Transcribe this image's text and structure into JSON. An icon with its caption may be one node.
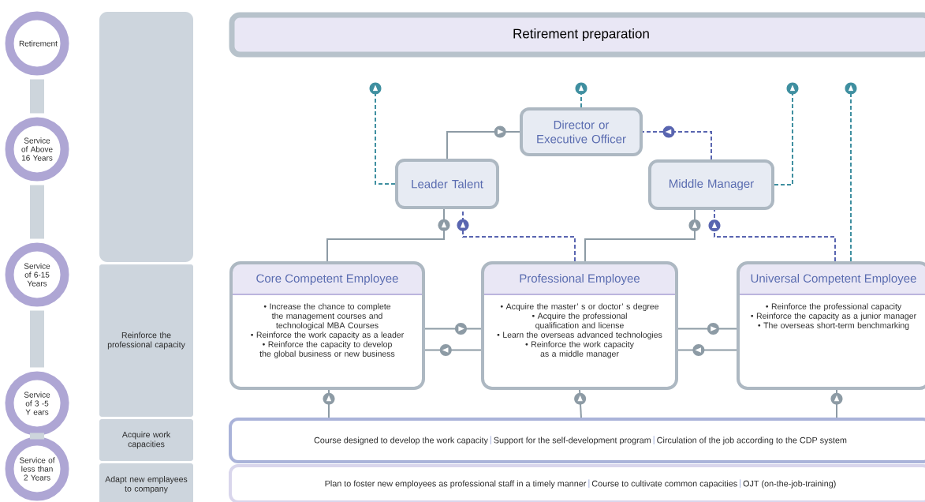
{
  "diagram": {
    "nodes": [
      {
        "text": [
          "Retirement"
        ]
      },
      {
        "text": [
          "Service of Above 16 Years"
        ]
      },
      {
        "text": [
          "Service of 6-15 Years"
        ]
      },
      {
        "text": [
          "Service of 3 -5 Y ears"
        ]
      },
      {
        "text": [
          "Service of less than 2 Years"
        ]
      },
      {
        "text": [],
        "shape": "box"
      },
      {
        "text": [
          "Reinforce the professional capacity"
        ]
      },
      {
        "text": [
          "Acquire work capacities"
        ]
      },
      {
        "text": [
          "Adapt new emplayees to company"
        ]
      },
      {
        "text": [
          "Retirement preparation"
        ]
      },
      {
        "text": [
          "Director or Executive Officer"
        ]
      },
      {
        "text": [
          "Leader Talent"
        ]
      },
      {
        "text": [
          "Middle Manager"
        ]
      },
      {
        "text": [
          "Core Competent Employee",
          "• Increase the chance to complete the management courses and technological MBA Courses",
          "• Reinforce the work capacity as a leader",
          "• Reinforce the capacity to develop the global business or new business"
        ]
      },
      {
        "text": [
          "Professional Employee",
          "• Acquire the master’ s or doctor’ s degree",
          "• Acquire the professional qualification and license",
          "• Learn the overseas advanced technologies",
          "• Reinforce the work capacity as a middle manager"
        ]
      },
      {
        "text": [
          "Universal Competent Employee",
          "• Reinforce the professional capacity",
          "• Reinforce the capacity as a junior manager",
          "• The overseas short-term benchmarking"
        ]
      },
      {
        "text": [
          "Course designed to develop the work capacity",
          "Support for the self-development program",
          "Circulation of the job according to the CDP system"
        ]
      },
      {
        "text": [
          "Plan to foster new employees as professional staff in a timely manner",
          "Course to cultivate common capacities",
          "OJT (on-the-job-training)"
        ]
      }
    ],
    "edges": [
      {
        "from": 0,
        "to": 1,
        "arrow": "none",
        "style": "thick",
        "color": "#cdd5dc"
      },
      {
        "from": 1,
        "to": 2,
        "arrow": "none",
        "style": "thick",
        "color": "#cdd5dc"
      },
      {
        "from": 2,
        "to": 3,
        "arrow": "none",
        "style": "thick",
        "color": "#cdd5dc"
      },
      {
        "from": 3,
        "to": 4,
        "arrow": "none",
        "style": "thick",
        "color": "#cdd5dc"
      },
      {
        "from": 11,
        "to": 10,
        "arrow": "to"
      },
      {
        "from": 12,
        "to": 10,
        "arrow": "to",
        "style": "dashed",
        "color": "#5965b0"
      },
      {
        "from": 10,
        "to": null,
        "arrow": "to",
        "style": "dashed",
        "color": "#3f8fa0"
      },
      {
        "from": 11,
        "to": null,
        "arrow": "to",
        "style": "dashed",
        "color": "#3f8fa0"
      },
      {
        "from": 12,
        "to": null,
        "arrow": "to",
        "style": "dashed",
        "color": "#3f8fa0"
      },
      {
        "from": 15,
        "to": null,
        "arrow": "to",
        "style": "dashed",
        "color": "#3f8fa0"
      },
      {
        "from": 13,
        "to": 11,
        "arrow": "to"
      },
      {
        "from": 14,
        "to": 11,
        "arrow": "to",
        "style": "dashed",
        "color": "#5965b0"
      },
      {
        "from": 14,
        "to": 12,
        "arrow": "to"
      },
      {
        "from": 15,
        "to": 12,
        "arrow": "to",
        "style": "dashed",
        "color": "#5965b0"
      },
      {
        "from": 13,
        "to": 14,
        "arrow": "to"
      },
      {
        "from": 14,
        "to": 13,
        "arrow": "to"
      },
      {
        "from": 14,
        "to": 15,
        "arrow": "to"
      },
      {
        "from": 15,
        "to": 14,
        "arrow": "to"
      },
      {
        "from": 16,
        "to": 13,
        "arrow": "to"
      },
      {
        "from": 16,
        "to": 14,
        "arrow": "to"
      },
      {
        "from": 16,
        "to": 15,
        "arrow": "to"
      }
    ]
  }
}
